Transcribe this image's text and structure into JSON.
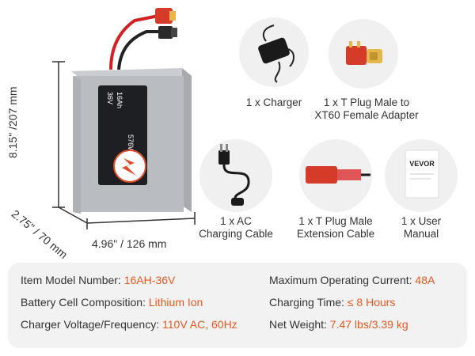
{
  "battery": {
    "height_label": "8.15\" /207 mm",
    "depth_label": "2.75\" / 70 mm",
    "width_label": "4.96\" / 126 mm",
    "voltage_text": "36V",
    "capacity_text": "16Ah",
    "energy_text": "576Wh"
  },
  "items": [
    {
      "line1": "1 x Charger",
      "line2": ""
    },
    {
      "line1": "1 x T Plug Male to",
      "line2": "XT60 Female Adapter"
    },
    {
      "line1": "1 x AC",
      "line2": "Charging Cable"
    },
    {
      "line1": "1 x T Plug Male",
      "line2": "Extension Cable"
    },
    {
      "line1": "1 x User",
      "line2": "Manual"
    }
  ],
  "manual_brand": "VEVOR",
  "specs": {
    "item_model": {
      "key": "Item Model Number: ",
      "value": "16AH-36V"
    },
    "cell": {
      "key": "Battery Cell Composition: ",
      "value": "Lithium Ion"
    },
    "charger": {
      "key": "Charger Voltage/Frequency: ",
      "value": "110V AC, 60Hz"
    },
    "current": {
      "key": "Maximum Operating Current: ",
      "value": "48A"
    },
    "time": {
      "key": "Charging Time: ",
      "value": "≤ 8 Hours"
    },
    "weight": {
      "key": "Net Weight: ",
      "value": "7.47 lbs/3.39 kg"
    }
  },
  "colors": {
    "accent": "#e8591f",
    "panel": "#f2f2f2",
    "circle": "#f0f0f0"
  }
}
